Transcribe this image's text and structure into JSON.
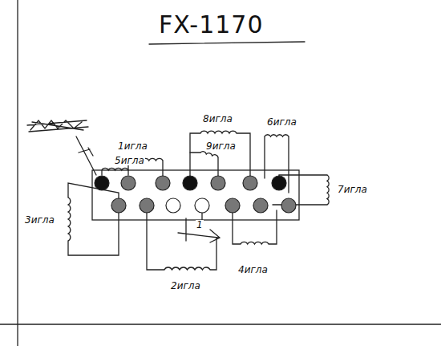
{
  "diagram": {
    "title": "FX-1170",
    "labels": [
      "1игла",
      "5игла",
      "8игла",
      "9игла",
      "6игла",
      "7игла",
      "3игла",
      "2игла",
      "4игла",
      "1"
    ]
  }
}
